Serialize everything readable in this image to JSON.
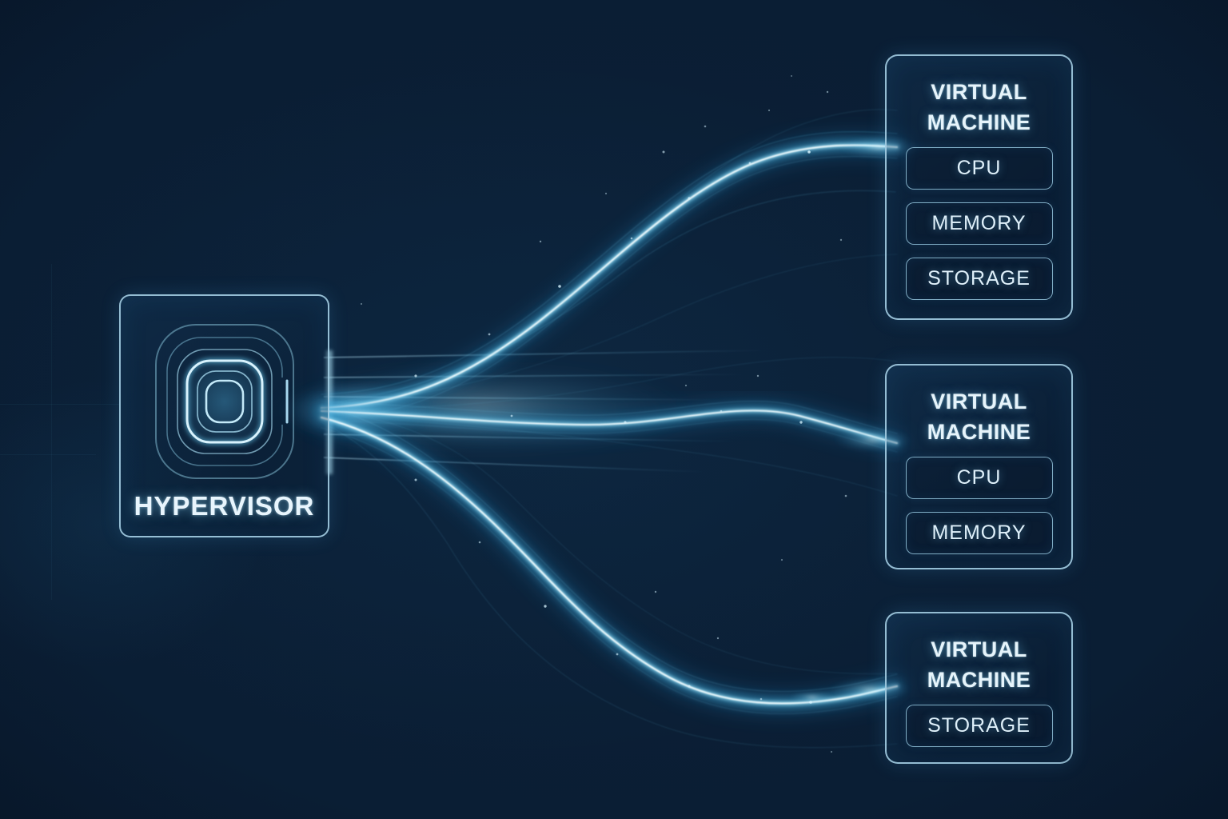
{
  "hypervisor": {
    "label": "HYPERVISOR",
    "icon": "chip-icon"
  },
  "vms": [
    {
      "title": "VIRTUAL MACHINE",
      "resources": [
        "CPU",
        "MEMORY",
        "STORAGE"
      ]
    },
    {
      "title": "VIRTUAL MACHINE",
      "resources": [
        "CPU",
        "MEMORY"
      ]
    },
    {
      "title": "VIRTUAL MACHINE",
      "resources": [
        "STORAGE"
      ]
    }
  ],
  "colors": {
    "background": "#0a1d33",
    "stream_core": "#f2fdff",
    "stream_glow": "#49b7e6",
    "stream_outer": "#1e78ad",
    "box_border": "#a9d3e8",
    "text": "#e6f4fb"
  }
}
